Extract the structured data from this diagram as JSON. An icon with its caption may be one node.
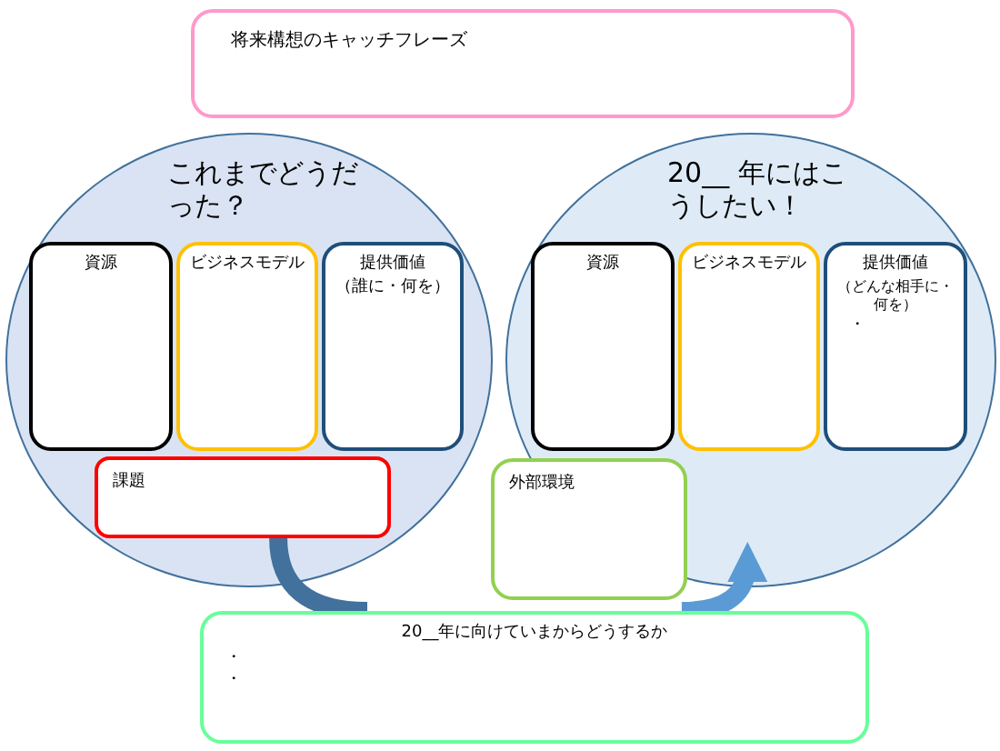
{
  "diagram": {
    "nodes": [
      {
        "text": [
          "将来構想のキャッチフレーズ"
        ]
      },
      {
        "text": [
          "これまでどうだった？"
        ]
      },
      {
        "text": [
          "資源"
        ],
        "in": 1
      },
      {
        "text": [
          "ビジネスモデル"
        ],
        "in": 1
      },
      {
        "text": [
          "提供価値",
          "（誰に・何を）"
        ],
        "in": 1
      },
      {
        "text": [
          "課題"
        ],
        "in": 1
      },
      {
        "text": [
          "20__ 年にはこうしたい！"
        ]
      },
      {
        "text": [
          "資源"
        ],
        "in": 6
      },
      {
        "text": [
          "ビジネスモデル"
        ],
        "in": 6
      },
      {
        "text": [
          "提供価値",
          "（どんな相手に・何を）",
          "・"
        ],
        "in": 6
      },
      {
        "text": [
          "外部環境"
        ]
      },
      {
        "text": [
          "20__年に向けていまからどうするか",
          "・",
          "・"
        ]
      }
    ],
    "edges": [
      {
        "from": 5,
        "to": 11,
        "arrow": "none",
        "color": "#41719c"
      },
      {
        "from": 11,
        "to": 6,
        "arrow": "to",
        "color": "#5b9bd5"
      }
    ]
  }
}
